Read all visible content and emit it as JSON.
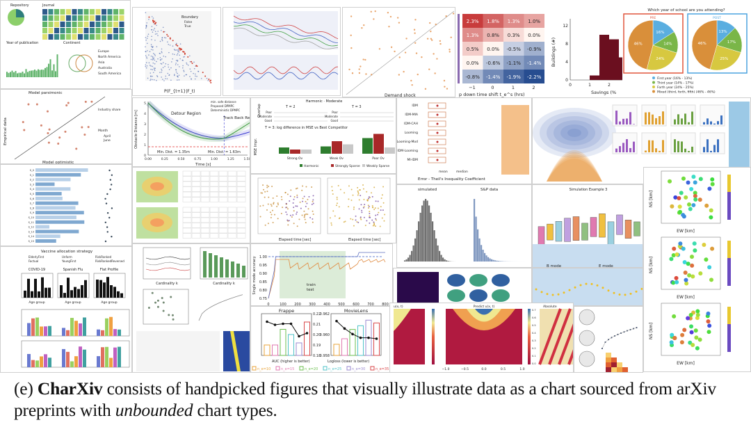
{
  "caption": {
    "label": "(e)",
    "name": "CharXiv",
    "text1": "consists of handpicked figures that visually illustrate data as a chart sourced from arXiv preprints with",
    "emph": "unbounded",
    "text2": "chart types."
  },
  "tiles": {
    "repository": {
      "title": "Repository",
      "subtitle": "Journal",
      "year_title": "Year of publication",
      "continent_title": "Continent",
      "continents": [
        "Europe",
        "North America",
        "Asia",
        "Australia",
        "South America"
      ]
    },
    "boundary": {
      "legend_title": "Boundary",
      "legend": [
        "False",
        "True"
      ],
      "xlabel": "P(F_{t+1}|F_t)"
    },
    "demand": {
      "xlabel": "Demand shock"
    },
    "empirical": {
      "title": "Model parsimonic",
      "ylabel": "Empirical data",
      "xlabel": "Model optimistic",
      "legend1": "Industry share",
      "legend2": "Month",
      "months": [
        "April",
        "June"
      ]
    },
    "vaccine": {
      "title": "Vaccine allocation strategy",
      "legend": [
        "ElderlyFirst",
        "Unform",
        "RiskRanked",
        "Factual",
        "YoungFirst",
        "RiskRankedReversed"
      ],
      "panels": [
        "COVID-19",
        "Spanish Flu",
        "Flat Profile"
      ],
      "xlabel": "Age group"
    }
  },
  "heatmap": {
    "xlabel": "p down time shift t_e^s (hrs)",
    "x_ticks": [
      "−1",
      "0",
      "1",
      "2"
    ],
    "values": [
      [
        2.3,
        1.8,
        1.3,
        1.0
      ],
      [
        1.3,
        0.8,
        0.3,
        0.0
      ],
      [
        0.5,
        0.0,
        -0.5,
        -0.9
      ],
      [
        0.0,
        -0.6,
        -1.1,
        -1.4
      ],
      [
        -0.8,
        -1.4,
        -1.9,
        -2.2
      ]
    ]
  },
  "histogram": {
    "ylabel": "Buildings (#)",
    "xlabel": "Savings (%",
    "y_ticks": [
      "0",
      "4",
      "8",
      "12"
    ],
    "x_ticks": [
      "0",
      "1",
      "2"
    ],
    "bins": [
      [
        1,
        1.5,
        1
      ],
      [
        1.5,
        2,
        10
      ],
      [
        2,
        2.5,
        9
      ],
      [
        2.5,
        3,
        5
      ],
      [
        3,
        3.5,
        3
      ]
    ],
    "color": "#6b0f1f"
  },
  "pies": {
    "title": "Which year of school are you attending?",
    "charts": [
      {
        "name": "PRE",
        "border": "#e0553b",
        "values": [
          16,
          14,
          24,
          46
        ],
        "labels": [
          "16%",
          "14%",
          "24%",
          "46%"
        ]
      },
      {
        "name": "POST",
        "border": "#4aa3df",
        "values": [
          13,
          17,
          25,
          46
        ],
        "labels": [
          "13%",
          "17%",
          "25%",
          "46%"
        ]
      }
    ],
    "colors": [
      "#5aaee0",
      "#7ab648",
      "#d7c840",
      "#d98f3a"
    ],
    "legend": [
      "First year (16% - 13%)",
      "Third year (14% - 17%)",
      "Forth year (24% - 25%)",
      "Mixed (third, forth, fifth) (46% - 46%)"
    ]
  },
  "detour": {
    "ylabel": "Obstacle Distance [m]",
    "xlabel": "Time [s]",
    "legend": [
      "min. safe distance",
      "Proposed DPMPC",
      "Deterministic DPMPC"
    ],
    "annotations": [
      "Detour Region",
      "Track Back Region",
      "Min. Dist. = 1.35m",
      "Min. Dist. = 1.63m"
    ],
    "x_ticks": [
      "0.00",
      "0.25",
      "0.50",
      "0.75",
      "1.00",
      "1.25",
      "1.50"
    ],
    "y_ticks": [
      "0",
      "1",
      "2",
      "3",
      "4",
      "5"
    ]
  },
  "harmonic": {
    "title": "Harmonic · Moderate",
    "panels": [
      "T = 2",
      "T = 3"
    ],
    "rows": [
      "Poor",
      "Moderate",
      "Good"
    ],
    "ylabel": "Overlap",
    "bar_title": "T = 3: log difference in MSE vs Best Competitor",
    "bar_ylabel": "MSE Impr.",
    "groups": [
      "Strong Ov",
      "Weak Ov",
      "Poor Ov"
    ],
    "legend": [
      "Harmonic",
      "Strongly Sparse",
      "Weakly Sparse"
    ],
    "colors": [
      "#2e7d2e",
      "#a82828",
      "#c8c8c8"
    ],
    "values": [
      [
        0.3,
        0.2,
        0.2
      ],
      [
        0.35,
        0.6,
        0.45
      ],
      [
        0.75,
        0.95,
        0.3
      ]
    ]
  },
  "theil": {
    "xlabel": "Error - Theil's Inequality Coefficient",
    "rows": [
      "IDM",
      "IDM-MIA",
      "IDM-CAH",
      "Looming",
      "Looming-Mod",
      "IDM-Looming",
      "MI-IDM"
    ],
    "legend": [
      "mean",
      "median"
    ]
  },
  "accuracy": {
    "ylabel": "Single mode accuracy",
    "legend": [
      "train",
      "test"
    ],
    "y_ticks": [
      "0.75",
      "0.80",
      "0.85",
      "0.90",
      "0.95",
      "1.00"
    ],
    "x_ticks": [
      "0",
      "100",
      "200",
      "300",
      "400",
      "500",
      "600",
      "700",
      "800"
    ]
  },
  "frappe": {
    "panels": [
      {
        "title": "Frappe",
        "bars": [
          0.19,
          0.19,
          0.205,
          0.2,
          0.192,
          0.212
        ],
        "line": [
          0.209,
          0.206,
          0.207,
          0.207,
          0.195,
          0.198
        ],
        "right_ticks": [
          "0.18",
          "0.19",
          "0.20",
          "0.21",
          "0.22"
        ]
      },
      {
        "title": "MovieLens",
        "bars": [
          0.9592,
          0.9598,
          0.9608,
          0.9612,
          0.9618,
          0.9615
        ],
        "line": [
          0.9617,
          0.9609,
          0.9603,
          0.9599,
          0.9599,
          0.9598
        ],
        "left_ticks": [
          "0.958",
          "0.960",
          "0.962"
        ]
      }
    ],
    "legend_auc": "AUC (higher is better)",
    "legend_logloss": "Logloss (lower is better)",
    "series": [
      "n_e=10",
      "n_e=15",
      "n_e=20",
      "n_e=25",
      "n_e=30",
      "n_e=35"
    ],
    "colors": [
      "#e8a33a",
      "#e07ab0",
      "#6bbf4f",
      "#4fc3c8",
      "#9a8ad0",
      "#d9474a"
    ]
  },
  "predict": {
    "titles": [
      "u(x, t)",
      "Predict u(x, t)",
      "Absolute"
    ],
    "x_ticks": [
      "−1.0",
      "−0.5",
      "0.0",
      "0.5",
      "1.0"
    ],
    "cbar_ticks": [
      "0.0",
      "0.1",
      "0.2",
      "0.3",
      "0.4",
      "0.5",
      "0.6",
      "0.7"
    ]
  },
  "misc": {
    "simulated": "simulated",
    "sp": "S&P data",
    "simulation": "Simulation Example 3",
    "b_mode": "B mode",
    "e_mode": "E mode",
    "ew": "EW [km]",
    "ns": "NS [km]"
  }
}
